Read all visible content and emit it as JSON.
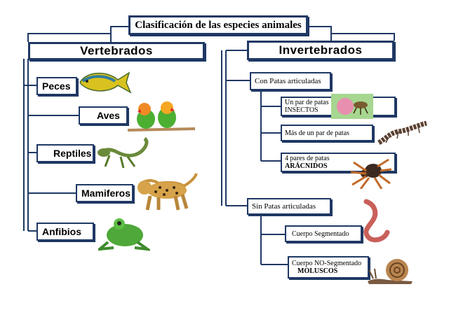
{
  "title": "Clasificación de las especies animales",
  "vertebrados": {
    "label": "Vertebrados",
    "items": [
      "Peces",
      "Aves",
      "Reptiles",
      "Mamiferos",
      "Anfibios"
    ]
  },
  "invertebrados": {
    "label": "Invertebrados",
    "con_patas": {
      "label": "Con Patas articuladas",
      "items": [
        {
          "line1": "Un par de patas",
          "line2": "INSECTOS"
        },
        {
          "line1": "Más de un par de patas",
          "line2": ""
        },
        {
          "line1": "4 pares de patas",
          "line2": "ARÁCNIDOS"
        }
      ]
    },
    "sin_patas": {
      "label": "Sin Patas articuladas",
      "items": [
        {
          "line1": "Cuerpo Segmentado",
          "line2": ""
        },
        {
          "line1": "Cuerpo NO-Segmentado",
          "line2": "MOLUSCOS"
        }
      ]
    }
  },
  "colors": {
    "border": "#1f3864",
    "line": "#1f3864"
  }
}
